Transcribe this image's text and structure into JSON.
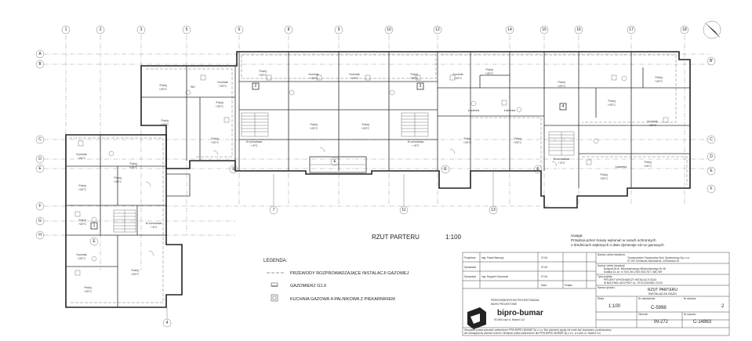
{
  "drawing": {
    "title": "RZUT PARTERU",
    "scale": "1:100",
    "note_header": "Uwaga:",
    "note_lines": [
      "Przejścia przez ściany wykonać w rurach ochronnych",
      "o średnicach większych o dwie dymensje od rur gazowych"
    ]
  },
  "legend": {
    "title": "LEGENDA:",
    "items": [
      {
        "icon": "gas-pipe-dashed-line",
        "label": "PRZEWODY ROZPROWADZAJĄCE INSTALACJI GAZOWEJ"
      },
      {
        "icon": "gas-meter-symbol",
        "label": "GAZOMIERZ G1.6"
      },
      {
        "icon": "gas-stove-symbol",
        "label": "KUCHNIA GAZOWA 4-PALNIKOWA Z PIEKARNIKIEM"
      }
    ]
  },
  "axes": {
    "top": [
      "1",
      "2",
      "3",
      "5",
      "6",
      "8",
      "9",
      "10",
      "12",
      "14",
      "15",
      "16",
      "17",
      "18"
    ],
    "left": [
      "A",
      "B",
      "C",
      "D",
      "E",
      "F",
      "G",
      "H"
    ],
    "right": [
      "B'",
      "C",
      "D",
      "E",
      "F"
    ],
    "bottom": [
      "4",
      "7",
      "11",
      "13"
    ],
    "inner": [
      "E",
      "E",
      "E",
      "E",
      "E"
    ]
  },
  "stair_markers": [
    "1",
    "2",
    "3",
    "4"
  ],
  "rooms": {
    "pokoj": "Pokój",
    "kuchnia": "Kuchnia",
    "lazienka": "Łazienka",
    "wc": "WC",
    "temp": "+20°C",
    "klatka": "Kl.schodowa",
    "klatka_temp": "+ 8°C"
  },
  "company": {
    "name": "bipro-bumar",
    "subtitle_lines": [
      "PRZEDSIĘBIORSTWO PROJEKTOWANIA",
      "BIURO PROJEKTOWE"
    ],
    "address": "90-008 Łódź   ul. Nawrot 114",
    "copyright_lines": [
      "Wszystkie prawa autorskie zastrzeżone PPW BIPRO-BUMAR Sp.z o.o. Bez pisemnej zgody nie może być kopiowany, przekazywany",
      "ani udostępniony osobom trzecim. Niniejsze prawa zastrzeżone dla PPW BIPRO-BUMAR Sp.z o.o. w Łodzi, ul. Nawrot 114"
    ]
  },
  "title_block": {
    "roles": [
      {
        "label": "Projektant",
        "name": "mgr. Paweł Bańczyk"
      },
      {
        "label": "Sprawdzał",
        "name": ""
      },
      {
        "label": "Sprawdzał",
        "name": "mgr. Bogumił Szymczak"
      }
    ],
    "roles_date": "07.06",
    "dates_label": "Data",
    "podpis_label": "Podpis",
    "investor_label": "Nazwa i adres inwestora",
    "investor_lines": [
      "Tomaszowskie Towarzystwo Bud. Społecznego Sp.z o.o.",
      "97-200 Tomaszów Mazowiecki, ul.Mościcka 15"
    ],
    "object_label": "Nazwa i adres inwestycji",
    "object_lines": [
      "Budynek BUD. Mieszkaniowego Wielorodzinnego Nr 48",
      "Działka 33, dz. nr 76/3,76/4,76/5,76/6,76/7,76/8,76/9"
    ],
    "stage_label": "Tytuł projektu",
    "stage_lines": [
      "PROJEKT WYKONAWCZY INSTALACJI GAZU",
      "W BUDYNKU 48 A PRZY UL. STOCZNIOWEJ 31/33"
    ],
    "drawing_name_label": "Nazwa rysunku",
    "drawing_name": "RZUT PARTERU",
    "drawing_sub": "INSTALACJA GAZU",
    "scale_label": "Skala",
    "scale": "1:100",
    "sheet_label": "Nr arkusza",
    "sheet_no": "2",
    "archive_label": "Nr zamówienia",
    "archive_no": "C-5998",
    "code_label": "Zlecenie",
    "code_no": "IN-272",
    "project_label": "Nr rysunku",
    "project_no": "C-14863"
  }
}
